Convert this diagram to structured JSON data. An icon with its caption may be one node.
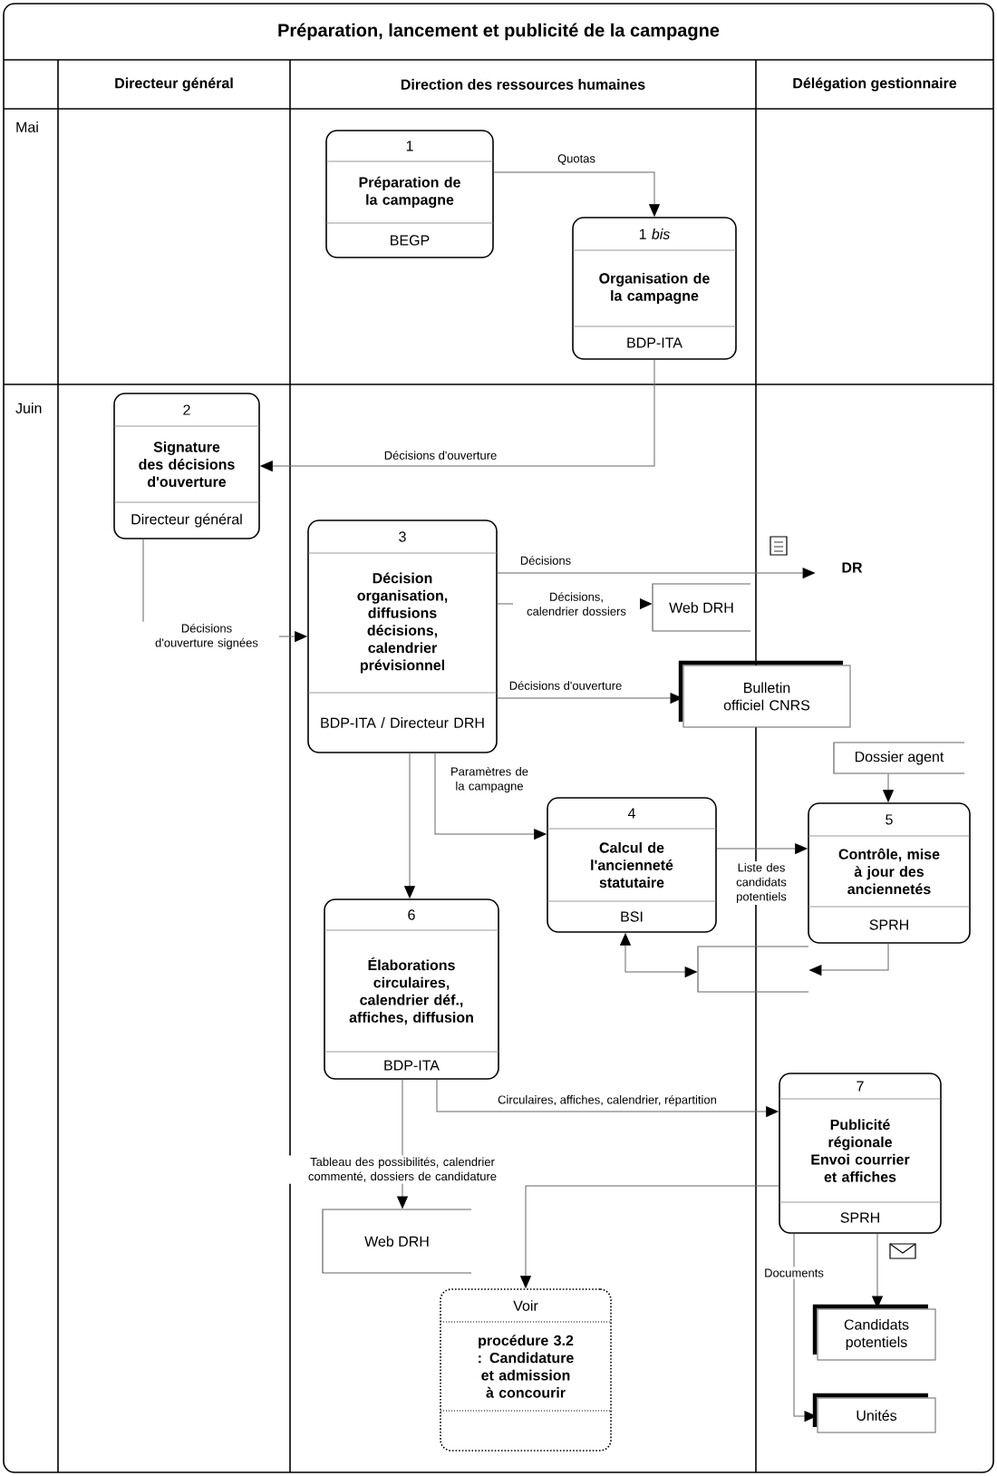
{
  "diagram": {
    "title": "Préparation, lancement et publicité de la campagne",
    "nodes": [
      {
        "text": [
          "1",
          "Préparation de la campagne",
          "BEGP"
        ]
      },
      {
        "text": [
          "1 *bis*",
          "Organisation de la campagne",
          "BDP-ITA"
        ]
      },
      {
        "text": [
          "2",
          "Signature des décisions d'ouverture",
          "Directeur général"
        ]
      },
      {
        "text": [
          "3",
          "Décision organisation, diffusions décisions, calendrier prévisionnel",
          "BDP-ITA / Directeur DRH"
        ]
      },
      {
        "text": [
          "DR"
        ]
      },
      {
        "text": [
          "Web DRH"
        ]
      },
      {
        "text": [
          "Bulletin officiel CNRS"
        ]
      },
      {
        "text": [
          "Dossier agent"
        ]
      },
      {
        "text": [
          "4",
          "Calcul de l'ancienneté statutaire",
          "BSI"
        ]
      },
      {
        "text": [
          "5",
          "Contrôle, mise à jour des anciennetés",
          "SPRH"
        ]
      },
      {
        "text": [],
        "shape": "box"
      },
      {
        "text": [
          "6",
          "Élaborations circulaires, calendrier déf., affiches, diffusion",
          "BDP-ITA"
        ]
      },
      {
        "text": [
          "7",
          "Publicité régionale Envoi courrier et affiches",
          "SPRH"
        ]
      },
      {
        "text": [
          "Web DRH"
        ]
      },
      {
        "text": [
          "Voir",
          "procédure 3.2 : Candidature et admission à concourir"
        ]
      },
      {
        "text": [
          "Candidats potentiels"
        ]
      },
      {
        "text": [
          "Unités"
        ]
      }
    ],
    "edges": [
      {
        "from": 0,
        "to": 1,
        "arrow": "to",
        "label": "Quotas"
      },
      {
        "from": 1,
        "to": 2,
        "arrow": "to",
        "label": "Décisions d'ouverture"
      },
      {
        "from": 2,
        "to": 3,
        "arrow": "to",
        "label": "Décisions d'ouverture signées"
      },
      {
        "from": 3,
        "to": 4,
        "arrow": "to",
        "label": "Décisions"
      },
      {
        "from": 3,
        "to": 5,
        "arrow": "to",
        "label": "Décisions, calendrier dossiers"
      },
      {
        "from": 3,
        "to": 6,
        "arrow": "to",
        "label": "Décisions d'ouverture"
      },
      {
        "from": 3,
        "to": 8,
        "arrow": "to",
        "label": "Paramètres de la campagne"
      },
      {
        "from": 3,
        "to": 11,
        "arrow": "to"
      },
      {
        "from": 7,
        "to": 9,
        "arrow": "to"
      },
      {
        "from": 8,
        "to": 9,
        "arrow": "to",
        "label": "Liste des candidats potentiels"
      },
      {
        "from": 8,
        "to": 10,
        "arrow": "both"
      },
      {
        "from": 9,
        "to": 10,
        "arrow": "to"
      },
      {
        "from": 11,
        "to": 12,
        "arrow": "to",
        "label": "Circulaires, affiches, calendrier, répartition"
      },
      {
        "from": 11,
        "to": 13,
        "arrow": "to",
        "label": "Tableau des possibilités, calendrier commenté, dossiers de candidature"
      },
      {
        "from": 12,
        "to": 14,
        "arrow": "to"
      },
      {
        "from": 12,
        "to": 15,
        "arrow": "to"
      },
      {
        "from": 12,
        "to": 16,
        "arrow": "to",
        "label": "Documents"
      }
    ],
    "labels": [
      "Directeur général",
      "Direction des ressources humaines",
      "Délégation gestionnaire",
      "Mai",
      "Juin"
    ]
  }
}
